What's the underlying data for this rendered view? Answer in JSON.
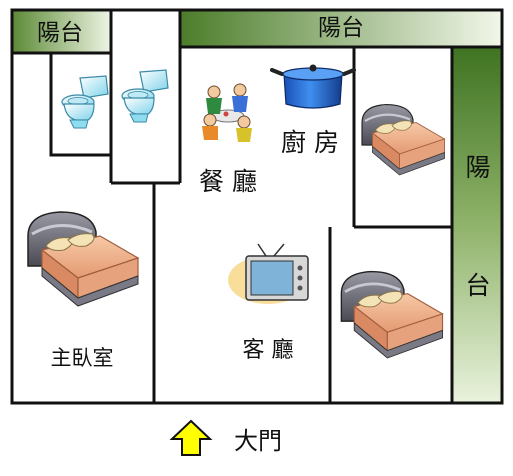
{
  "rooms": {
    "balcony_top_left": "陽台",
    "balcony_top": "陽台",
    "balcony_right_1": "陽",
    "balcony_right_2": "台",
    "dining": "餐 廳",
    "kitchen": "廚 房",
    "living": "客 廳",
    "master_bedroom": "主臥室"
  },
  "entrance": {
    "label": "大門"
  },
  "colors": {
    "balcony_dark": "#4a7a2a",
    "balcony_light": "#f2f7ea",
    "arrow": "#ffff00",
    "wall": "#111111"
  },
  "icons": [
    "toilet-icon",
    "toilet-icon",
    "dining-people-icon",
    "cooking-pot-icon",
    "bed-icon",
    "bed-icon",
    "bed-icon",
    "tv-icon",
    "up-arrow-icon"
  ]
}
